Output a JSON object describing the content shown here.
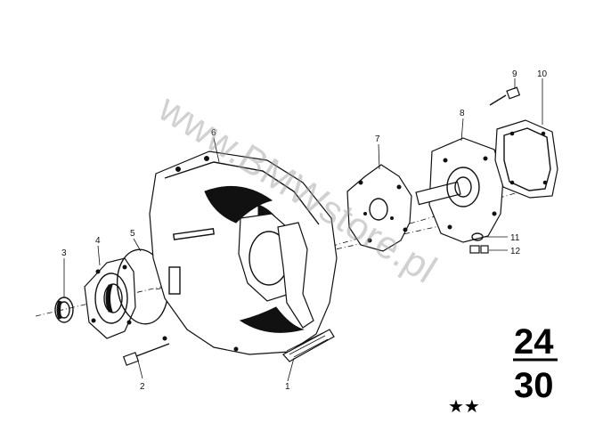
{
  "callouts": [
    "1",
    "2",
    "3",
    "4",
    "5",
    "6",
    "7",
    "8",
    "9",
    "10",
    "11",
    "12"
  ],
  "group_top": "24",
  "group_bottom": "30",
  "stars": "★★",
  "watermark": "www.BMWstore.pl"
}
